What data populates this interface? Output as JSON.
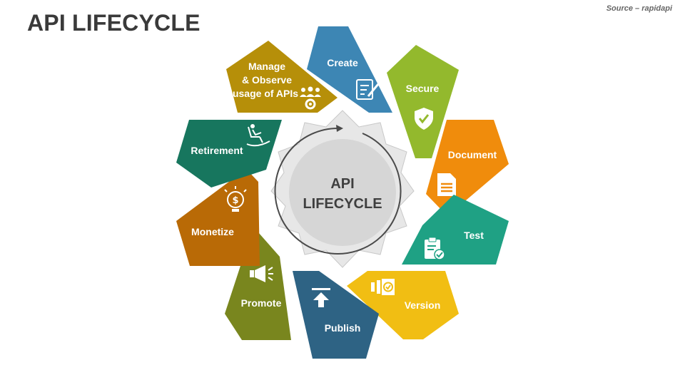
{
  "title": "API LIFECYCLE",
  "source": "Source – rapidapi",
  "center": {
    "line1": "API",
    "line2": "LIFECYCLE"
  },
  "segments": [
    {
      "label": "Create",
      "color": "#3d86b4",
      "icon": "document-edit-icon"
    },
    {
      "label": "Secure",
      "color": "#93b92d",
      "icon": "shield-check-icon"
    },
    {
      "label": "Document",
      "color": "#f08c0c",
      "icon": "document-icon"
    },
    {
      "label": "Test",
      "color": "#1fa184",
      "icon": "clipboard-check-icon"
    },
    {
      "label": "Version",
      "color": "#f1be13",
      "icon": "version-stamp-icon"
    },
    {
      "label": "Publish",
      "color": "#2e6384",
      "icon": "upload-arrow-icon"
    },
    {
      "label": "Promote",
      "color": "#79861e",
      "icon": "megaphone-icon"
    },
    {
      "label": "Monetize",
      "color": "#b96a06",
      "icon": "dollar-bulb-icon"
    },
    {
      "label": "Retirement",
      "color": "#17765e",
      "icon": "rocking-chair-icon"
    },
    {
      "lines": [
        "Manage",
        "& Observe",
        "usage of APIs"
      ],
      "color": "#b68f09",
      "icon": "team-gear-icon"
    }
  ]
}
